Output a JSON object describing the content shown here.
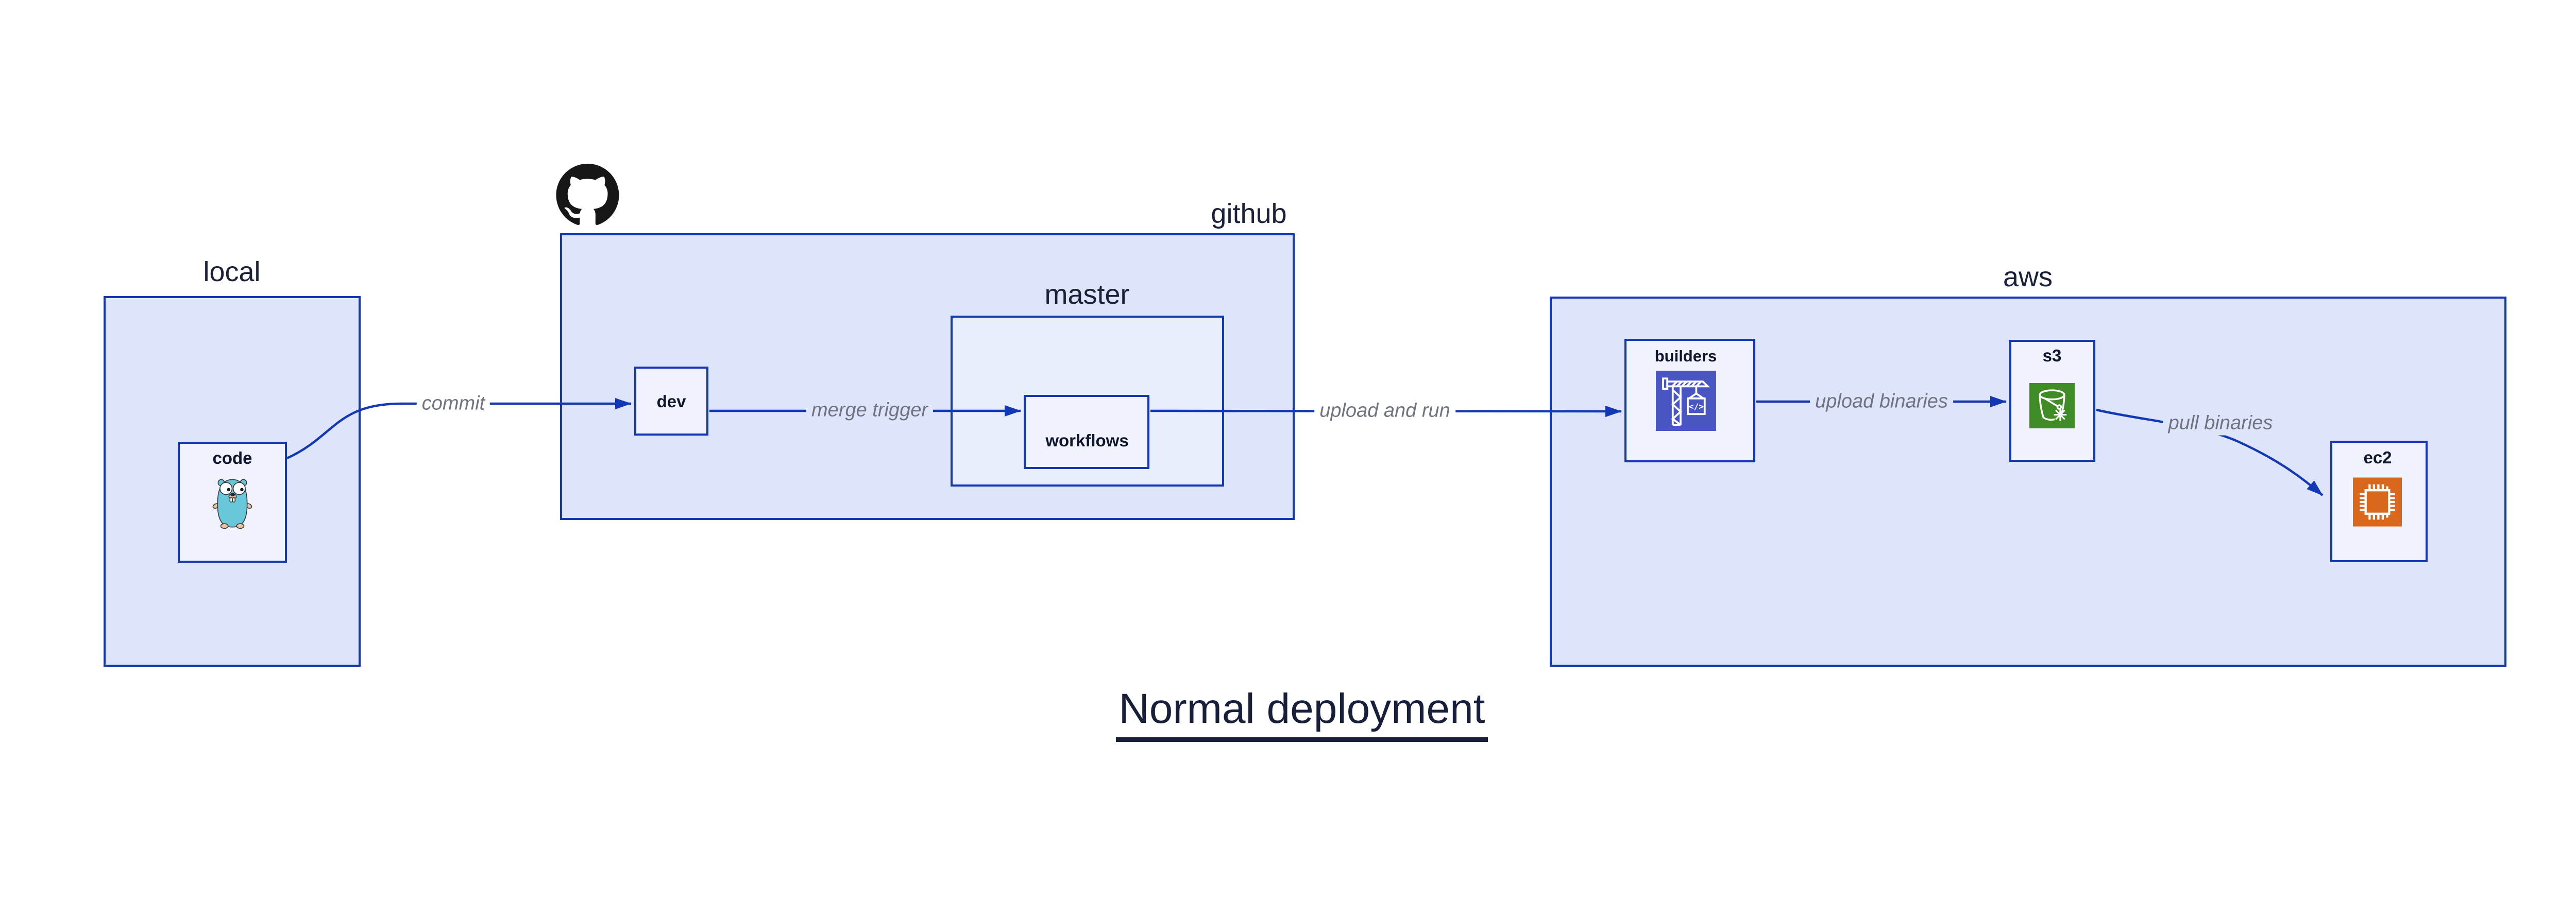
{
  "title": "Normal deployment",
  "zones": {
    "local": {
      "label": "local"
    },
    "github": {
      "label": "github"
    },
    "aws": {
      "label": "aws"
    }
  },
  "nodes": {
    "code": {
      "label": "code"
    },
    "dev": {
      "label": "dev"
    },
    "master": {
      "label": "master"
    },
    "workflows": {
      "label": "workflows"
    },
    "builders": {
      "label": "builders"
    },
    "s3": {
      "label": "s3"
    },
    "ec2": {
      "label": "ec2"
    }
  },
  "edges": {
    "commit": {
      "label": "commit"
    },
    "merge_trigger": {
      "label": "merge trigger"
    },
    "upload_and_run": {
      "label": "upload and run"
    },
    "upload_binaries": {
      "label": "upload binaries"
    },
    "pull_binaries": {
      "label": "pull binaries"
    }
  },
  "icons": {
    "octocat": "github-octocat",
    "gopher": "go-gopher",
    "builders": "codebuild-crane",
    "s3": "s3-glacier-bucket",
    "ec2": "ec2-chip",
    "codebuild_symbol": "</>"
  },
  "colors": {
    "border_blue": "#1238b6",
    "arrow_blue": "#1238b6",
    "zone_fill": "#dee5fa",
    "master_fill": "#e9eefc",
    "node_fill": "#f0f3fd",
    "label_gray": "#6e747f",
    "text_navy": "#1a2138",
    "node_text_navy": "#10162e",
    "builders_icon_bg": "#4a55c4",
    "s3_icon_bg": "#3f8b24",
    "ec2_icon_bg": "#d9671c",
    "gopher_teal": "#68c7d8",
    "octocat_black": "#181717"
  }
}
